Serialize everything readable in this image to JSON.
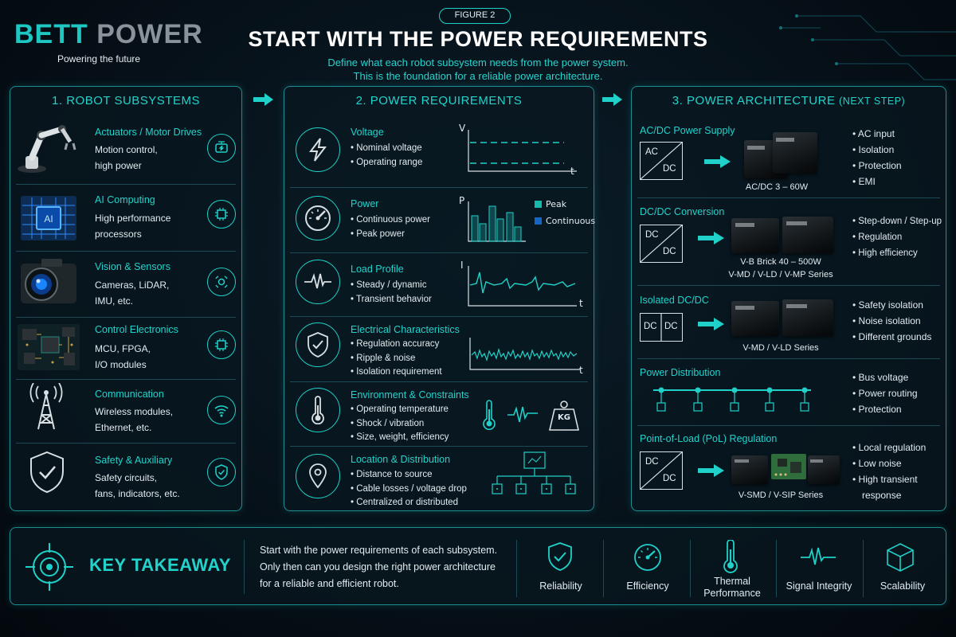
{
  "header": {
    "logo_part1": "BETT",
    "logo_part2": " POWER",
    "tagline": "Powering the future",
    "figure_badge": "FIGURE 2",
    "title": "START WITH THE POWER REQUIREMENTS",
    "subtitle_line1": "Define what each robot subsystem needs from the power system.",
    "subtitle_line2": "This is the foundation for a reliable power architecture."
  },
  "panel1": {
    "title": "1. ROBOT SUBSYSTEMS",
    "items": [
      {
        "title": "Actuators / Motor Drives",
        "line1": "Motion control,",
        "line2": "high power",
        "icon": "robot-arm-icon",
        "badge_icon": "motor-icon"
      },
      {
        "title": "AI Computing",
        "line1": "High performance",
        "line2": "processors",
        "icon": "ai-chip-icon",
        "badge_icon": "chip-icon"
      },
      {
        "title": "Vision & Sensors",
        "line1": "Cameras, LiDAR,",
        "line2": "IMU, etc.",
        "icon": "camera-icon",
        "badge_icon": "sensor-icon"
      },
      {
        "title": "Control Electronics",
        "line1": "MCU, FPGA,",
        "line2": "I/O modules",
        "icon": "circuit-board-icon",
        "badge_icon": "chip-icon"
      },
      {
        "title": "Communication",
        "line1": "Wireless modules,",
        "line2": "Ethernet, etc.",
        "icon": "antenna-tower-icon",
        "badge_icon": "wifi-icon"
      },
      {
        "title": "Safety & Auxiliary",
        "line1": "Safety circuits,",
        "line2": "fans, indicators, etc.",
        "icon": "shield-check-icon",
        "badge_icon": "shield-check-icon"
      }
    ]
  },
  "panel2": {
    "title": "2. POWER REQUIREMENTS",
    "items": [
      {
        "title": "Voltage",
        "bullets": [
          "Nominal voltage",
          "Operating range"
        ],
        "icon": "lightning-icon",
        "graph": {
          "y": "V",
          "x": "t"
        }
      },
      {
        "title": "Power",
        "bullets": [
          "Continuous power",
          "Peak power"
        ],
        "icon": "gauge-icon",
        "graph": {
          "y": "P",
          "x": ""
        },
        "legend": [
          "Peak",
          "Continuous"
        ]
      },
      {
        "title": "Load Profile",
        "bullets": [
          "Steady / dynamic",
          "Transient behavior"
        ],
        "icon": "waveform-icon",
        "graph": {
          "y": "I",
          "x": "t"
        }
      },
      {
        "title": "Electrical Characteristics",
        "bullets": [
          "Regulation accuracy",
          "Ripple & noise",
          "Isolation requirement"
        ],
        "icon": "shield-check-icon",
        "graph": {
          "y": "",
          "x": "t"
        }
      },
      {
        "title": "Environment & Constraints",
        "bullets": [
          "Operating temperature",
          "Shock / vibration",
          "Size, weight, efficiency"
        ],
        "icon": "thermometer-icon",
        "weight_label": "KG"
      },
      {
        "title": "Location & Distribution",
        "bullets": [
          "Distance to source",
          "Cable losses / voltage drop",
          "Centralized or distributed"
        ],
        "icon": "location-pin-icon"
      }
    ]
  },
  "panel3": {
    "title": "3. POWER ARCHITECTURE",
    "title_suffix": "(NEXT STEP)",
    "items": [
      {
        "title": "AC/DC Power Supply",
        "box_top": "AC",
        "box_bottom": "DC",
        "caption": "AC/DC 3 – 60W",
        "bullets": [
          "AC input",
          "Isolation",
          "Protection",
          "EMI"
        ]
      },
      {
        "title": "DC/DC Conversion",
        "box_top": "DC",
        "box_bottom": "DC",
        "caption": "V-B Brick 40 – 500W",
        "caption2": "V-MD / V-LD / V-MP Series",
        "bullets": [
          "Step-down / Step-up",
          "Regulation",
          "High efficiency"
        ]
      },
      {
        "title": "Isolated DC/DC",
        "box_top": "DC",
        "box_bottom": "DC",
        "caption": "V-MD / V-LD Series",
        "bullets": [
          "Safety isolation",
          "Noise isolation",
          "Different grounds"
        ]
      },
      {
        "title": "Power Distribution",
        "bullets": [
          "Bus voltage",
          "Power routing",
          "Protection"
        ]
      },
      {
        "title": "Point-of-Load (PoL) Regulation",
        "box_top": "DC",
        "box_bottom": "DC",
        "caption": "V-SMD / V-SIP Series",
        "bullets": [
          "Local regulation",
          "Low noise",
          "High transient",
          "response"
        ]
      }
    ]
  },
  "takeaway": {
    "label": "KEY TAKEAWAY",
    "text_line1": "Start with the power requirements of each subsystem.",
    "text_line2": "Only then can you design the right power architecture",
    "text_line3": "for a reliable and efficient robot.",
    "items": [
      {
        "label": "Reliability",
        "icon": "shield-check-icon"
      },
      {
        "label": "Efficiency",
        "icon": "gauge-icon"
      },
      {
        "label": "Thermal\nPerformance",
        "label1": "Thermal",
        "label2": "Performance",
        "icon": "thermometer-icon"
      },
      {
        "label": "Signal Integrity",
        "icon": "waveform-icon"
      },
      {
        "label": "Scalability",
        "icon": "cube-icon"
      }
    ]
  },
  "colors": {
    "accent": "#1fd1c8",
    "background": "#061018",
    "panel_border": "#1a8e92",
    "bar_peak": "#17b9ad",
    "bar_continuous": "#1666c4"
  }
}
